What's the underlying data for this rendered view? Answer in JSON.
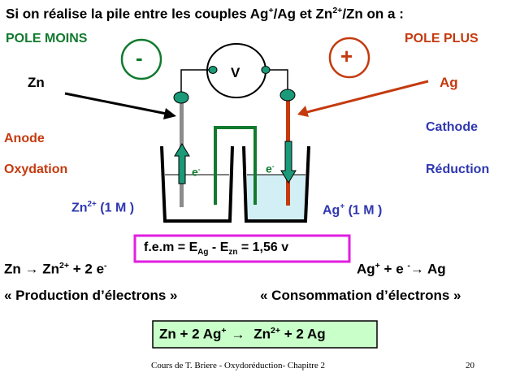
{
  "title": {
    "prefix": "Si on réalise la pile entre les couples Ag",
    "sup1": "+",
    "mid1": "/Ag et Zn",
    "sup2": "2+",
    "suffix": "/Zn on a :"
  },
  "left": {
    "pole": "POLE MOINS",
    "sign": "-",
    "metal": "Zn",
    "role": "Anode",
    "process": "Oxydation",
    "ion": "Zn",
    "ion_charge": "2+",
    "ion_conc": " (1 M )"
  },
  "right": {
    "pole": "POLE PLUS",
    "sign": "+",
    "metal": "Ag",
    "role": "Cathode",
    "process": "Réduction",
    "ion": "Ag",
    "ion_charge": "+",
    "ion_conc": " (1 M )"
  },
  "voltmeter": "V",
  "electron": {
    "base": "e",
    "charge": "-"
  },
  "fem": {
    "prefix": "f.e.m = E",
    "sub1": "Ag",
    "mid": " - E",
    "sub2": "zn",
    "suffix": " = 1,56 v"
  },
  "half_left": {
    "a": "Zn ",
    "arrow": "→",
    "b": " Zn",
    "charge": "2+",
    "c": " + 2 e",
    "e_charge": "-"
  },
  "half_right": {
    "a": "Ag",
    "charge": "+",
    "b": " + e ",
    "e_charge": "-",
    "arrow": "→",
    "c": "  Ag"
  },
  "quote_left": "« Production d’électrons »",
  "quote_right": "« Consommation d’électrons »",
  "overall": {
    "a": "Zn + 2 Ag",
    "charge1": "+",
    "arrow": "→",
    "b": " Zn",
    "charge2": "2+",
    "c": " + 2 Ag"
  },
  "footer": {
    "text": "Cours de T. Briere - Oxydoréduction- Chapitre 2",
    "page": "20"
  },
  "colors": {
    "green": "#117a2e",
    "red": "#c43a0e",
    "blue": "#2f37b0",
    "magenta": "#e21ee2",
    "eq_bg": "#c9ffc9",
    "solution": "#d2eff6",
    "teal": "#1a9a78"
  }
}
